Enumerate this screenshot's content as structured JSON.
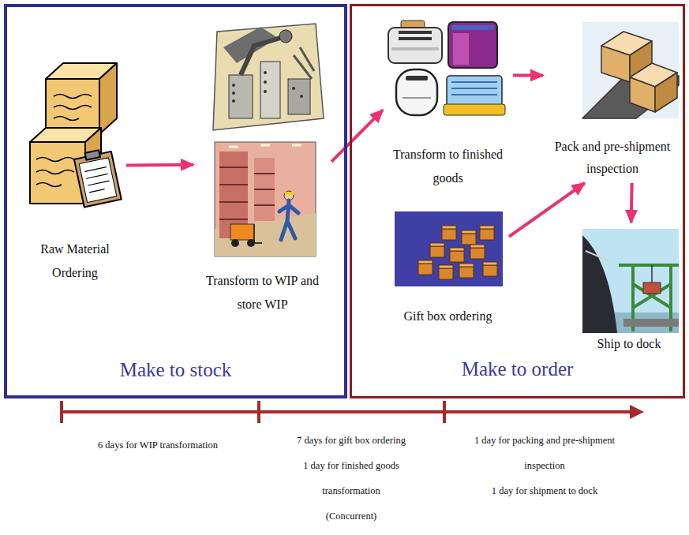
{
  "diagram": {
    "nodes": [
      {
        "text": [
          "Make to stock"
        ]
      },
      {
        "text": [
          "Raw Material Ordering"
        ],
        "in": 0
      },
      {
        "text": [
          "Transform to WIP and store WIP"
        ],
        "in": 0
      },
      {
        "text": [
          "Make to order"
        ]
      },
      {
        "text": [
          "Transform to finished goods"
        ],
        "in": 3
      },
      {
        "text": [
          "Gift box ordering"
        ],
        "in": 3
      },
      {
        "text": [
          "Pack and pre-shipment inspection"
        ],
        "in": 3
      },
      {
        "text": [
          "Ship to dock"
        ],
        "in": 3
      }
    ],
    "edges": [
      {
        "from": 1,
        "to": 2,
        "arrow": "to"
      },
      {
        "from": 2,
        "to": 4,
        "arrow": "to"
      },
      {
        "from": 4,
        "to": 6,
        "arrow": "to"
      },
      {
        "from": 5,
        "to": 6,
        "arrow": "to"
      },
      {
        "from": 6,
        "to": 7,
        "arrow": "to"
      }
    ],
    "labels": [
      "6 days for WIP transformation",
      "7 days for gift box ordering",
      "1 day for finished goods transformation",
      "(Concurrent)",
      "1 day for packing and pre-shipment inspection",
      "1 day for shipment to dock"
    ]
  }
}
